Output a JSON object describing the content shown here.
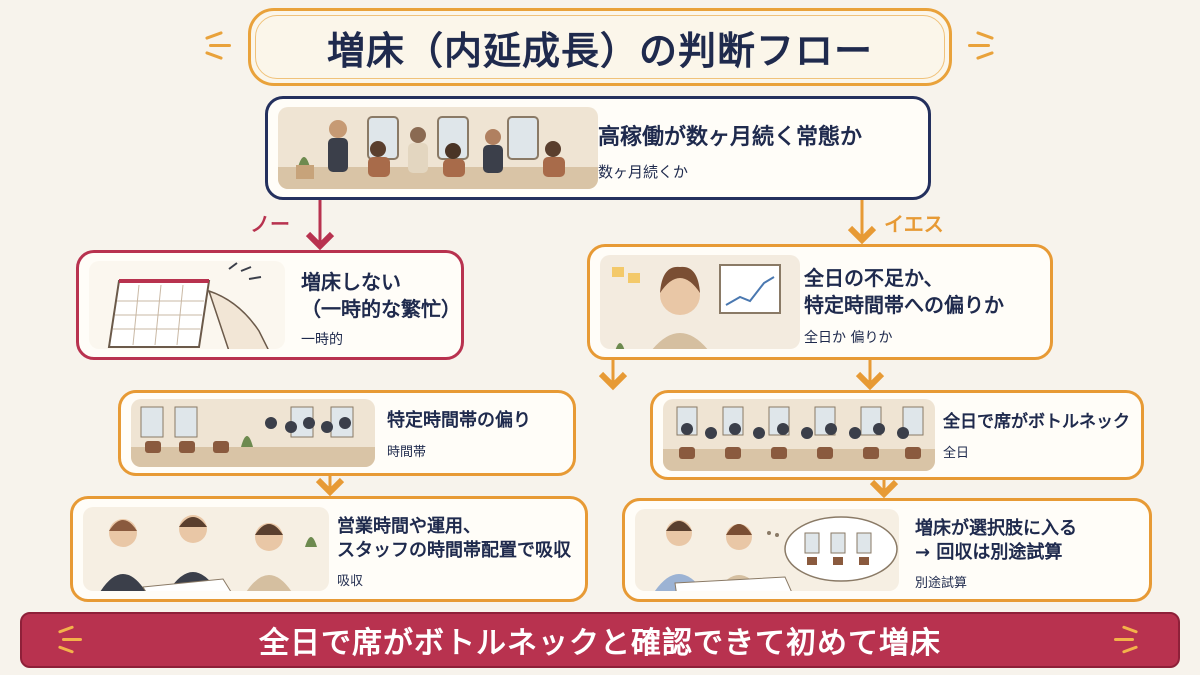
{
  "title": "増床（内延成長）の判断フロー",
  "root": {
    "main": "高稼働が数ヶ月続く常態か",
    "sub": "数ヶ月続くか"
  },
  "branches": {
    "no": "ノー",
    "yes": "イエス"
  },
  "no_node": {
    "main_line1": "増床しない",
    "main_line2": "（一時的な繁忙）",
    "sub": "一時的"
  },
  "yes_node": {
    "main_line1": "全日の不足か、",
    "main_line2": "特定時間帯への偏りか",
    "sub": "全日か 偏りか"
  },
  "left_mid": {
    "main": "特定時間帯の偏り",
    "sub": "時間帯"
  },
  "right_mid": {
    "main": "全日で席がボトルネック",
    "sub": "全日"
  },
  "left_bottom": {
    "main_line1": "営業時間や運用、",
    "main_line2": "スタッフの時間帯配置で吸収",
    "sub": "吸収"
  },
  "right_bottom": {
    "main_line1": "増床が選択肢に入る",
    "main_line2": "→ 回収は別途試算",
    "sub": "別途試算"
  },
  "banner": "全日で席がボトルネックと確認できて初めて増床",
  "colors": {
    "navy": "#24305e",
    "red": "#b8324f",
    "orange": "#e79a35",
    "background": "#f7f3ec"
  }
}
